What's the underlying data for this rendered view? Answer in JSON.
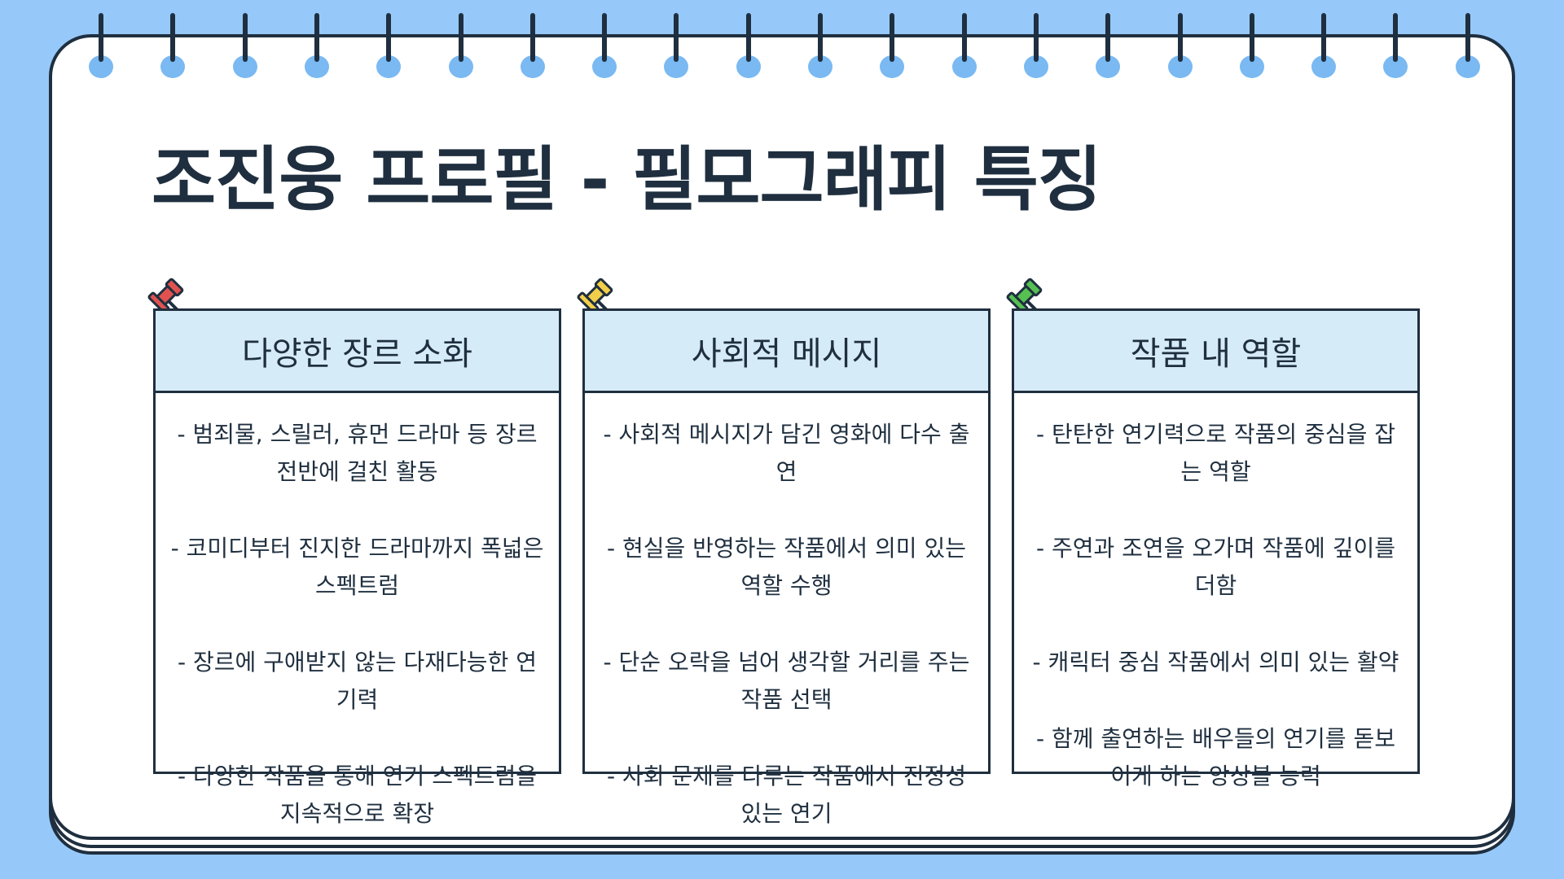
{
  "title": "조진웅 프로필 - 필모그래피 특징",
  "colors": {
    "background": "#96c9fa",
    "paper": "#ffffff",
    "ink": "#1f2f3f",
    "card_header": "#d6ebf8",
    "ring_hole": "#7ab9f2"
  },
  "cards": [
    {
      "heading": "다양한 장르 소화",
      "pin_color": "#e0524f",
      "items": [
        "- 범죄물, 스릴러, 휴먼 드라마 등 장르 전반에 걸친 활동",
        "- 코미디부터 진지한 드라마까지 폭넓은 스펙트럼",
        "- 장르에 구애받지 않는 다재다능한 연기력",
        "- 다양한 작품을 통해 연기 스펙트럼을 지속적으로 확장"
      ]
    },
    {
      "heading": "사회적 메시지",
      "pin_color": "#f2cf4a",
      "items": [
        "- 사회적 메시지가 담긴 영화에 다수 출연",
        "- 현실을 반영하는 작품에서 의미 있는 역할 수행",
        "- 단순 오락을 넘어 생각할 거리를 주는 작품 선택",
        "- 사회 문제를 다루는 작품에서 진정성 있는 연기"
      ]
    },
    {
      "heading": "작품 내 역할",
      "pin_color": "#56c152",
      "items": [
        "- 탄탄한 연기력으로 작품의 중심을 잡는 역할",
        "- 주연과 조연을 오가며 작품에 깊이를 더함",
        "- 캐릭터 중심 작품에서 의미 있는 활약",
        "- 함께 출연하는 배우들의 연기를 돋보이게 하는 앙상블 능력"
      ]
    }
  ]
}
